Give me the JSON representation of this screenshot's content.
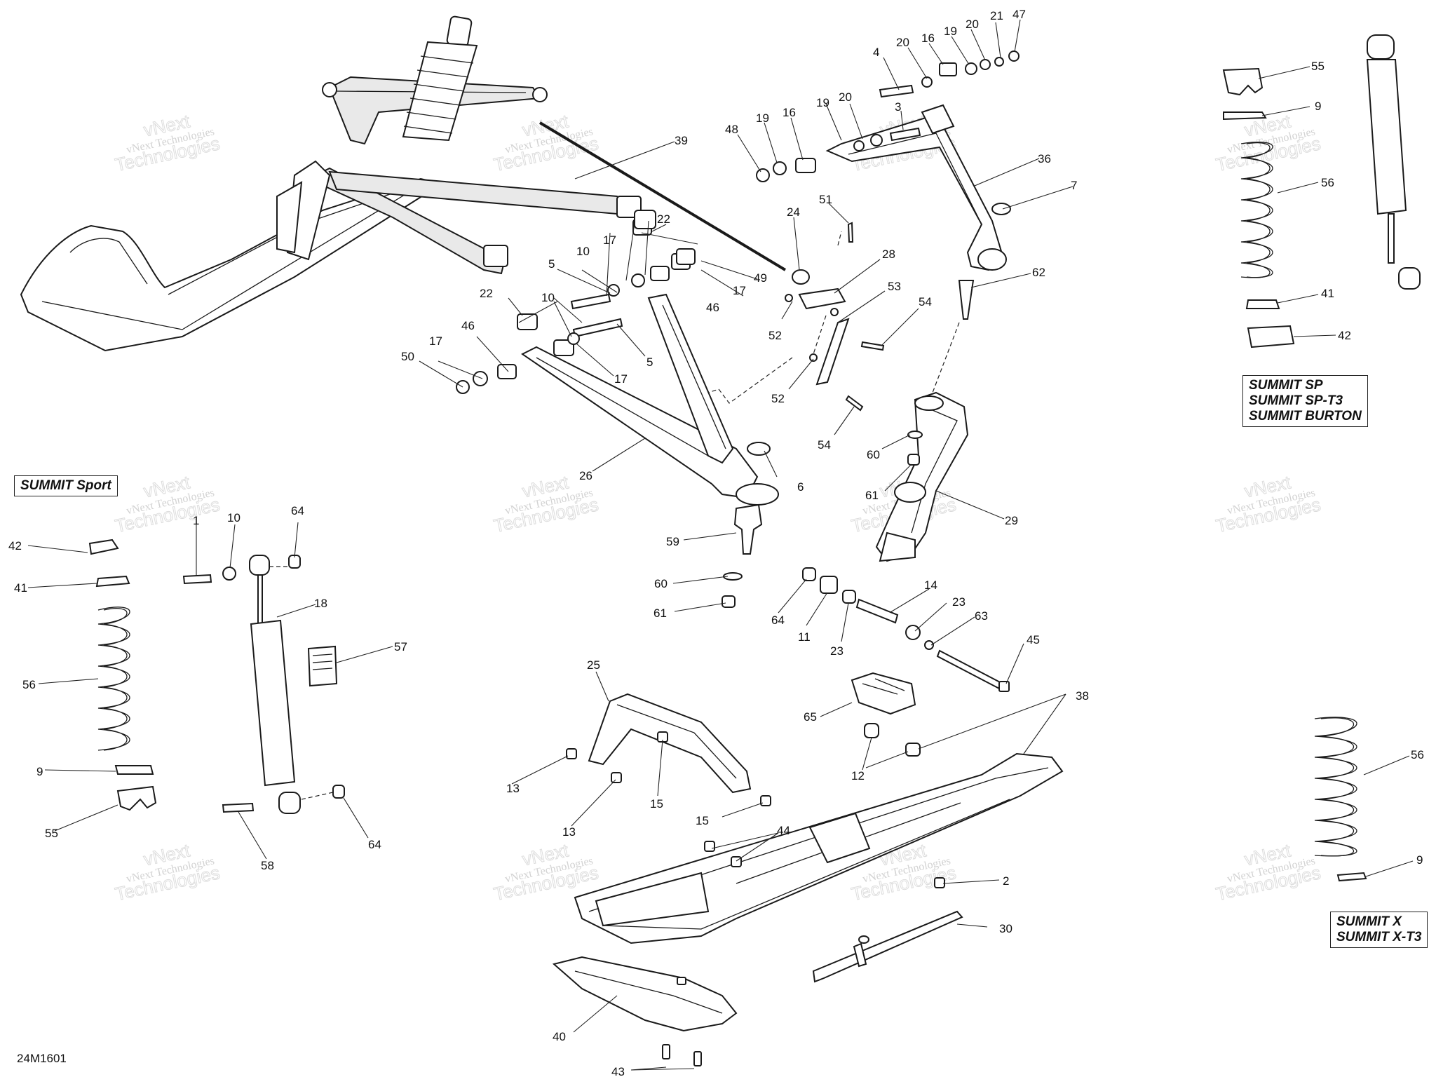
{
  "diagram_code": "24M1601",
  "model_groups": {
    "sport": [
      "SUMMIT Sport"
    ],
    "sp": [
      "SUMMIT SP",
      "SUMMIT SP-T3",
      "SUMMIT BURTON"
    ],
    "x": [
      "SUMMIT X",
      "SUMMIT X-T3"
    ]
  },
  "watermark": {
    "company": "vNext Technologies",
    "word1": "vNext",
    "word2": "Technologies"
  },
  "callouts": {
    "c1": "1",
    "c2": "2",
    "c3": "3",
    "c4": "4",
    "c5a": "5",
    "c5b": "5",
    "c6": "6",
    "c7": "7",
    "c9a": "9",
    "c9b": "9",
    "c9c": "9",
    "c10a": "10",
    "c10b": "10",
    "c10c": "10",
    "c11": "11",
    "c12": "12",
    "c13a": "13",
    "c13b": "13",
    "c14": "14",
    "c15a": "15",
    "c15b": "15",
    "c16a": "16",
    "c16b": "16",
    "c17a": "17",
    "c17b": "17",
    "c17c": "17",
    "c17d": "17",
    "c18": "18",
    "c19a": "19",
    "c19b": "19",
    "c19c": "19",
    "c20a": "20",
    "c20b": "20",
    "c20c": "20",
    "c21": "21",
    "c22a": "22",
    "c22b": "22",
    "c23a": "23",
    "c23b": "23",
    "c24": "24",
    "c25": "25",
    "c26": "26",
    "c28": "28",
    "c29": "29",
    "c30": "30",
    "c36": "36",
    "c38": "38",
    "c39": "39",
    "c40": "40",
    "c41a": "41",
    "c41b": "41",
    "c42a": "42",
    "c42b": "42",
    "c43": "43",
    "c44": "44",
    "c45": "45",
    "c46a": "46",
    "c46b": "46",
    "c47": "47",
    "c48": "48",
    "c49": "49",
    "c50": "50",
    "c51": "51",
    "c52a": "52",
    "c52b": "52",
    "c53": "53",
    "c54a": "54",
    "c54b": "54",
    "c55a": "55",
    "c55b": "55",
    "c56a": "56",
    "c56b": "56",
    "c56c": "56",
    "c57": "57",
    "c58": "58",
    "c59": "59",
    "c60a": "60",
    "c60b": "60",
    "c61a": "61",
    "c61b": "61",
    "c62": "62",
    "c63": "63",
    "c64a": "64",
    "c64b": "64",
    "c64c": "64",
    "c65": "65"
  }
}
